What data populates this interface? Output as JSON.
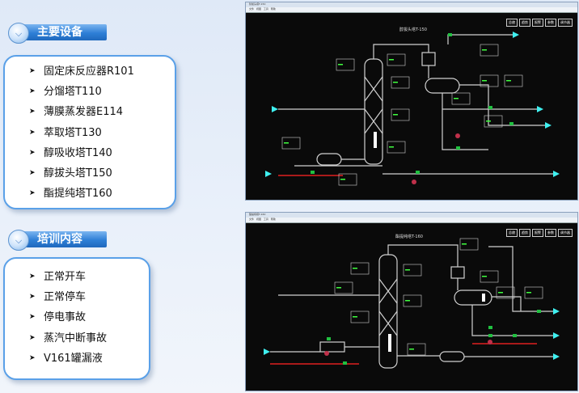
{
  "sections": {
    "equipment": {
      "title": "主要设备",
      "items": [
        "固定床反应器R101",
        "分馏塔T110",
        "薄膜蒸发器E114",
        "萃取塔T130",
        "醇吸收塔T140",
        "醇拔头塔T150",
        "酯提纯塔T160"
      ]
    },
    "training": {
      "title": "培训内容",
      "items": [
        "正常开车",
        "正常停车",
        "停电事故",
        "蒸汽中断事故",
        "V161罐漏液"
      ]
    }
  },
  "screenshots": {
    "top": {
      "titlebar": "醇拔头塔T-150",
      "menubar": "文件 视图 工具 帮助",
      "process_title": "醇拔头塔T-150",
      "buttons": [
        "总貌",
        "趋势",
        "报警",
        "参数",
        "调节器"
      ]
    },
    "bottom": {
      "titlebar": "酯提纯塔T-160",
      "menubar": "文件 视图 工具 帮助",
      "process_title": "酯提纯塔T-160",
      "buttons": [
        "总貌",
        "趋势",
        "报警",
        "参数",
        "调节器"
      ]
    }
  },
  "colors": {
    "header_blue": "#2e7fd6",
    "box_border": "#5aa0e8",
    "pipe": "#d0d0d0",
    "stream_arrow": "#3ff0f0",
    "hot_line": "#e02020",
    "valve_green": "#20c040",
    "indicator_green": "#40ff40"
  },
  "icons": {
    "bullet": "arrow-bullet-icon",
    "header_emblem": "chevron-down-emblem-icon"
  }
}
